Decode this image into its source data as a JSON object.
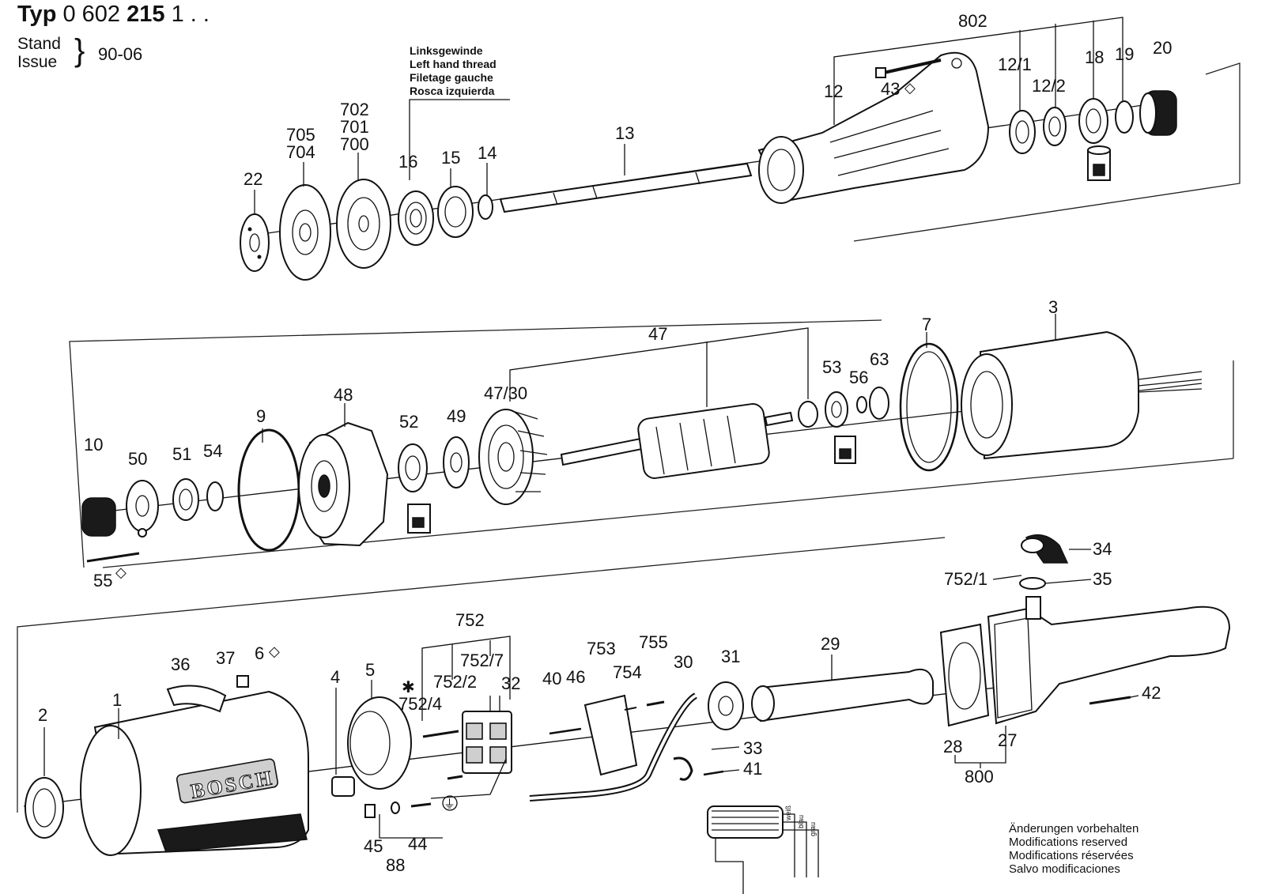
{
  "header": {
    "typ_label": "Typ",
    "typ_number_a": "0 602",
    "typ_number_b": "215",
    "typ_number_c": "1 . .",
    "stand_label": "Stand",
    "issue_label": "Issue",
    "brace": "}",
    "date": "90-06"
  },
  "notes": {
    "left_hand_thread": [
      "Linksgewinde",
      "Left hand thread",
      "Filetage gauche",
      "Rosca izquierda"
    ],
    "modifications": [
      "Änderungen vorbehalten",
      "Modifications reserved",
      "Modifications réservées",
      "Salvo modificaciones"
    ]
  },
  "brand": "BOSCH",
  "symbols": {
    "diamond": "◇",
    "star": "✱",
    "ground": "⏚"
  },
  "wire_labels": [
    "weiß",
    "blau",
    "grau"
  ],
  "labels": {
    "row1": [
      "22",
      "705",
      "704",
      "702",
      "701",
      "700",
      "16",
      "15",
      "14",
      "13",
      "802",
      "12",
      "43",
      "12/1",
      "12/2",
      "18",
      "19",
      "20"
    ],
    "row2": [
      "10",
      "50",
      "51",
      "54",
      "55",
      "9",
      "48",
      "52",
      "49",
      "47/30",
      "47",
      "53",
      "56",
      "63",
      "7",
      "3"
    ],
    "row3": [
      "2",
      "1",
      "36",
      "37",
      "6",
      "4",
      "5",
      "752",
      "752/7",
      "752/2",
      "32",
      "752/4",
      "40",
      "46",
      "753",
      "754",
      "755",
      "30",
      "31",
      "29",
      "28",
      "27",
      "800",
      "33",
      "41",
      "45",
      "88",
      "44",
      "752/1",
      "34",
      "35",
      "42"
    ]
  }
}
